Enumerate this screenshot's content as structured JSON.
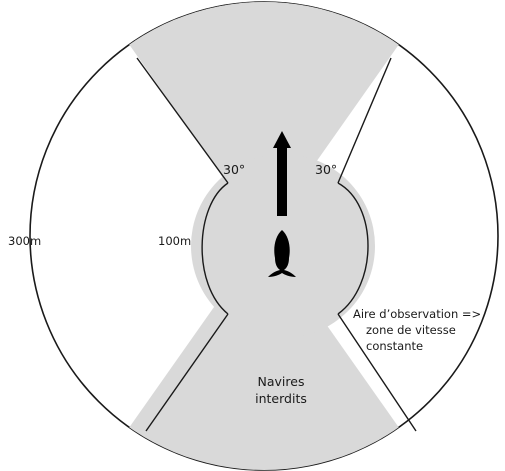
{
  "labels": {
    "outer_radius": "300m",
    "inner_radius": "100m",
    "angle_left": "30°",
    "angle_right": "30°",
    "observation_line1": "Aire d’observation =>",
    "observation_line2": "zone de vitesse",
    "observation_line3": "constante",
    "forbidden_line1": "Navires",
    "forbidden_line2": "interdits"
  },
  "colors": {
    "outline": "#1a1a1a",
    "restricted_fill": "#d9d9d9",
    "background": "#ffffff",
    "vessel": "#000000"
  },
  "icons": {
    "vessel": "whale-icon",
    "direction": "arrow-up-icon"
  }
}
